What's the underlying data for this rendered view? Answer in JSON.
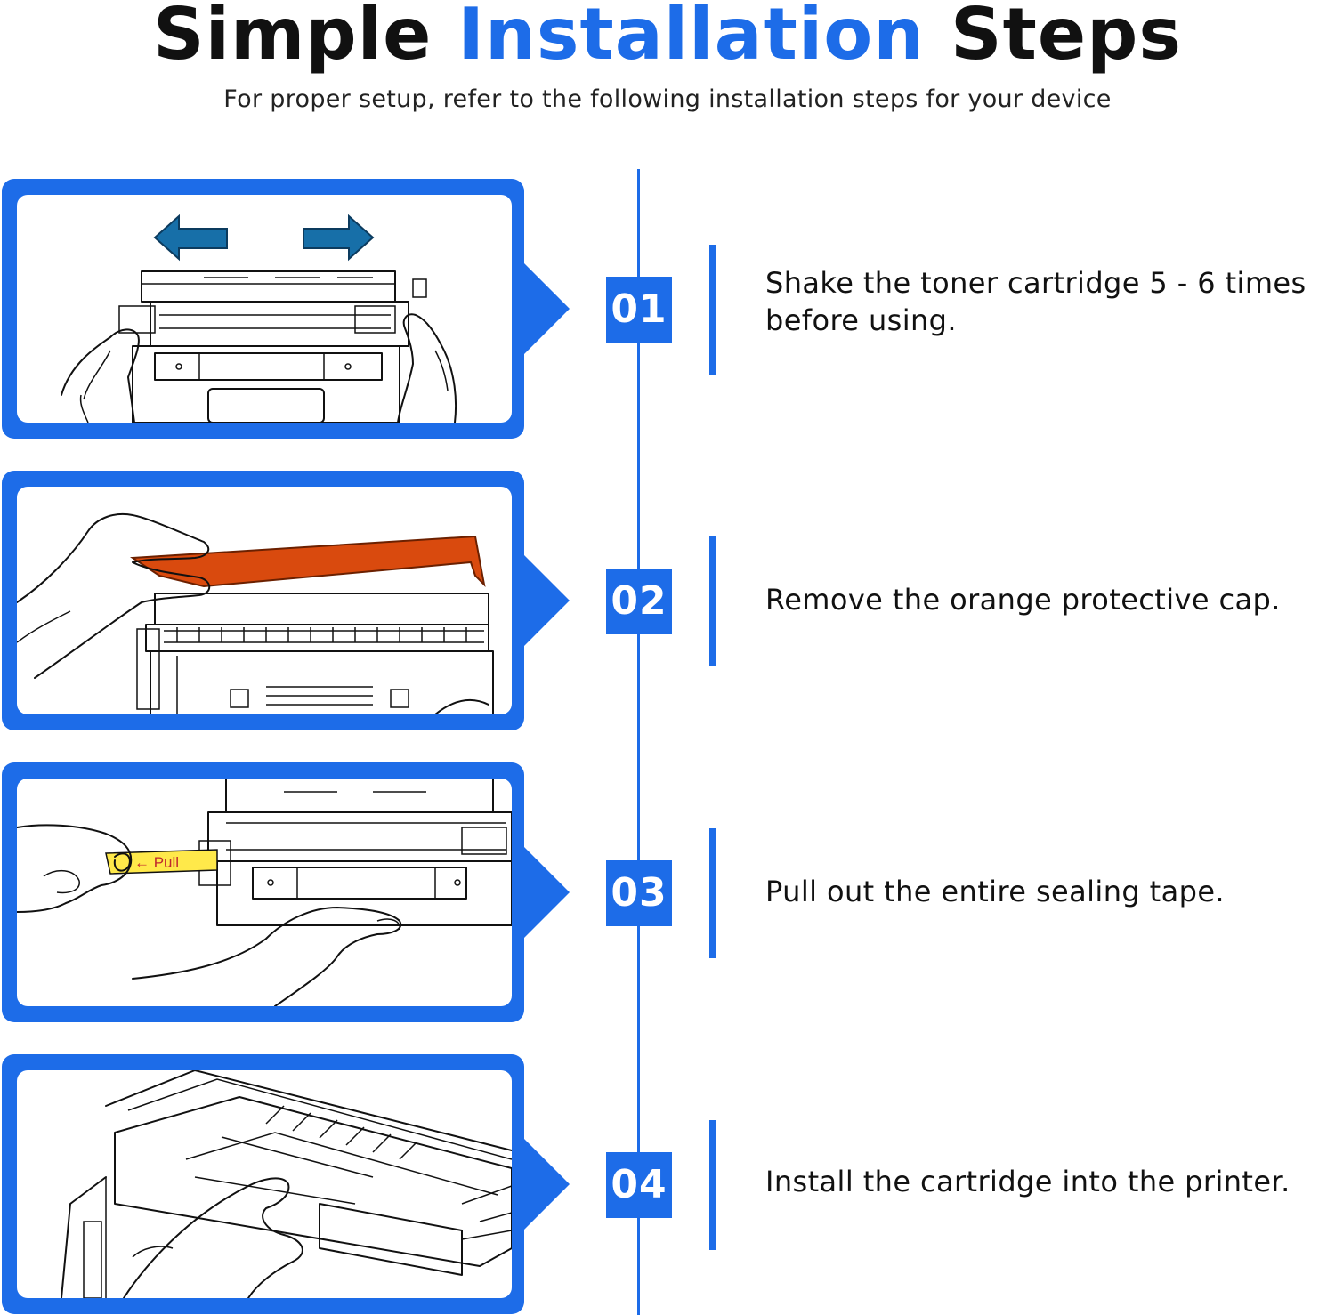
{
  "header": {
    "title_part1": "Simple",
    "title_accent": "Installation",
    "title_part2": "Steps",
    "subtitle": "For proper setup, refer to the following installation steps for your device"
  },
  "colors": {
    "accent": "#1d6ce8",
    "orange_cap": "#d94a0e",
    "yellow_tape": "#ffe94a"
  },
  "steps": [
    {
      "number": "01",
      "text": "Shake the toner cartridge 5 - 6 times before using."
    },
    {
      "number": "02",
      "text": "Remove the orange protective cap."
    },
    {
      "number": "03",
      "text": "Pull out the entire sealing tape.",
      "tape_label": "← Pull"
    },
    {
      "number": "04",
      "text": "Install the cartridge into the printer."
    }
  ]
}
